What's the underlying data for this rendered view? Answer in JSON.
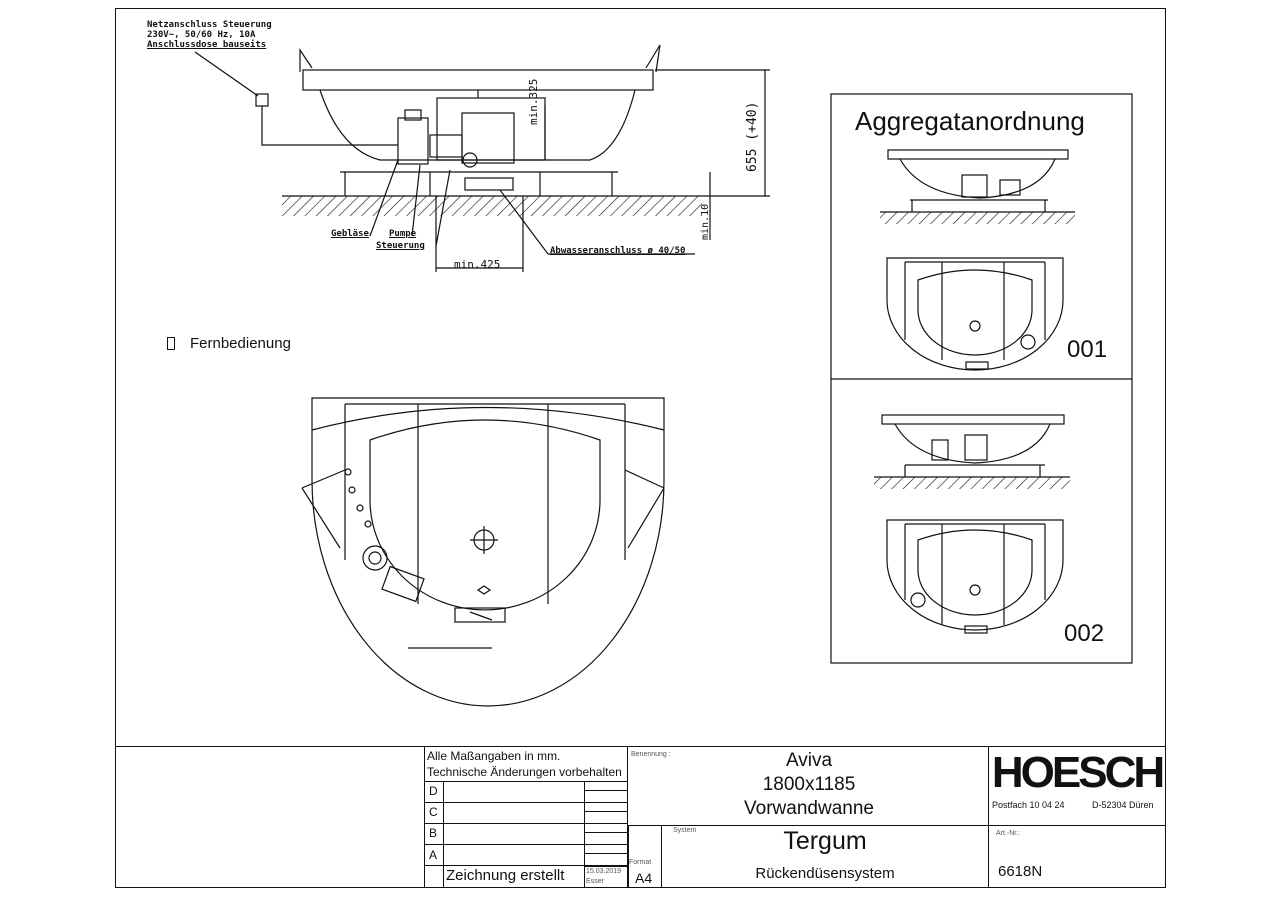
{
  "notes": {
    "power_line1": "Netzanschluss Steuerung",
    "power_line2": "230V~, 50/60 Hz, 10A",
    "power_line3": "Anschlussdose bauseits",
    "blower": "Gebläse",
    "pump": "Pumpe",
    "control": "Steuerung",
    "drain": "Abwasseranschluss ø 40/50",
    "min425": "min.425",
    "min325": "min.325",
    "min10": "min.10",
    "height": "655 (+40)",
    "remote": "Fernbedienung"
  },
  "inset": {
    "title": "Aggregatanordnung",
    "option1": "001",
    "option2": "002"
  },
  "titleblock": {
    "note1": "Alle Maßangaben in mm.",
    "note2": "Technische Änderungen vorbehalten",
    "rev_d": "D",
    "rev_c": "C",
    "rev_b": "B",
    "rev_a": "A",
    "created": "Zeichnung erstellt",
    "date": "15.03.2019",
    "author": "Esser",
    "format_label": "Format",
    "format": "A4",
    "name_label": "Benennung :",
    "name1": "Aviva",
    "name2": "1800x1185",
    "name3": "Vorwandwanne",
    "system_label": "System",
    "system": "Tergum",
    "system_sub": "Rückendüsensystem",
    "brand": "HOESCH",
    "address1": "Postfach 10 04 24",
    "address2": "D-52304 Düren",
    "art_label": "Art.-Nr.:",
    "art_no": "6618N"
  }
}
